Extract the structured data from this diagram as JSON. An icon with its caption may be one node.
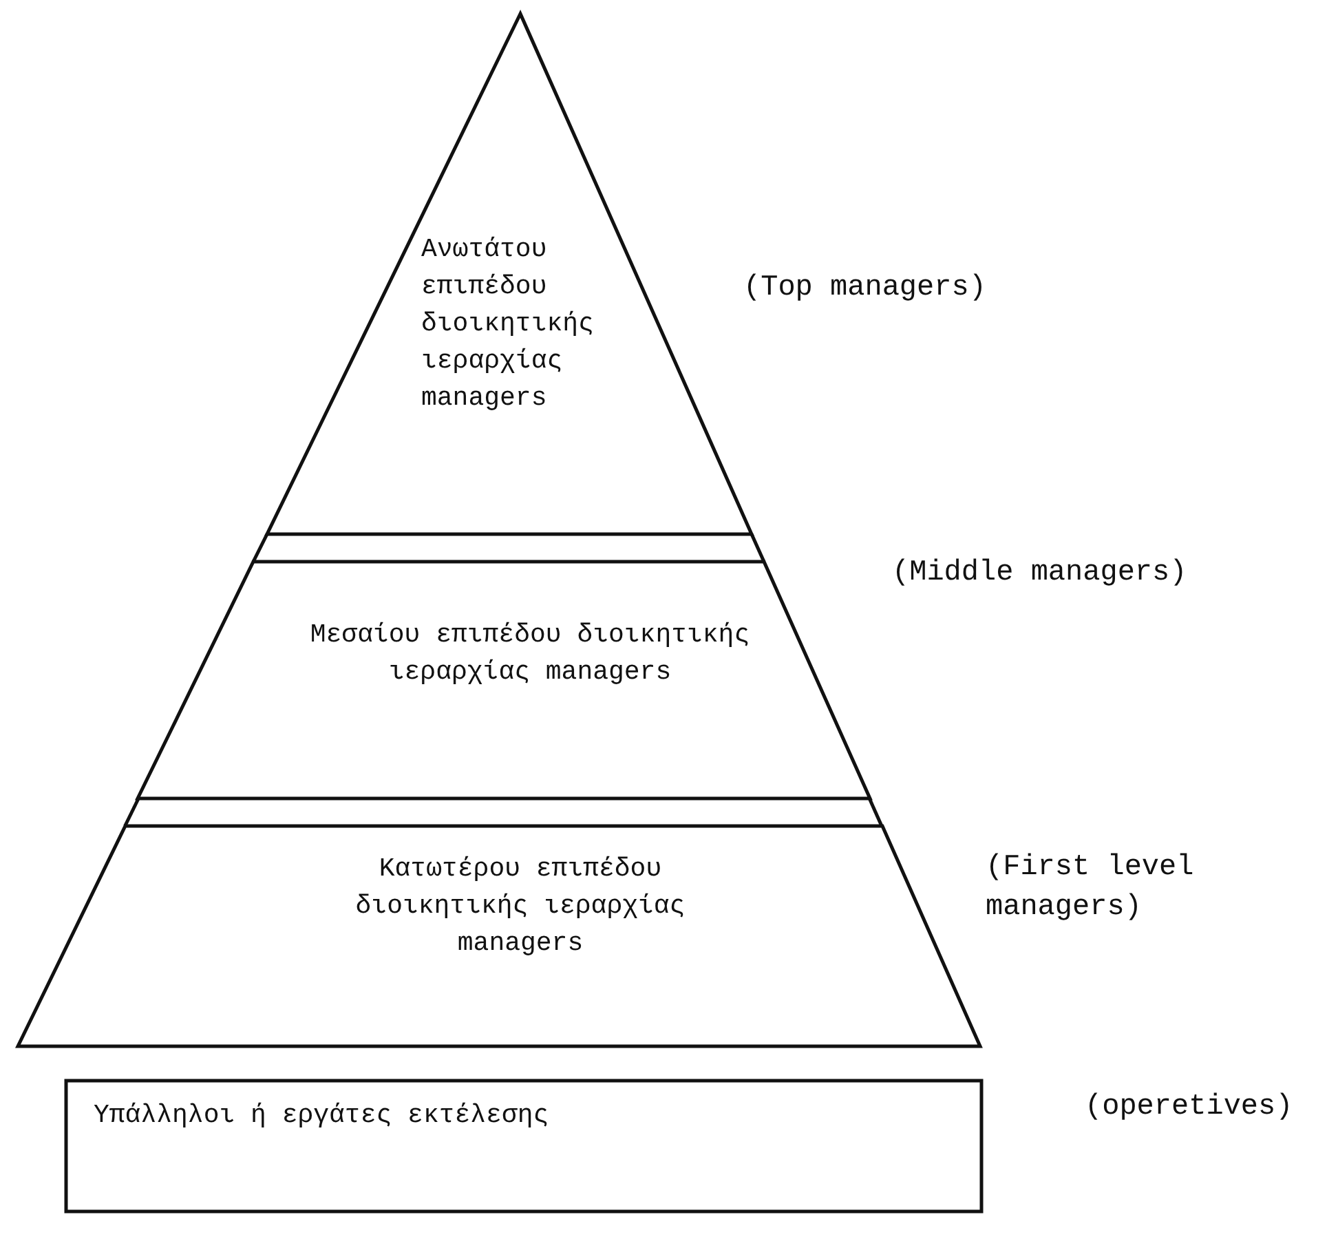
{
  "diagram": {
    "nodes": [
      {
        "text": [
          "Ανωτάτου επιπέδου διοικητικής ιεραρχίας managers"
        ],
        "beside": [
          "(Top managers)"
        ]
      },
      {
        "text": [
          "Μεσαίου επιπέδου διοικητικής ιεραρχίας managers"
        ],
        "beside": [
          "(Middle managers)"
        ]
      },
      {
        "text": [
          "Κατωτέρου επιπέδου διοικητικής ιεραρχίας managers"
        ],
        "beside": [
          "(First level managers)"
        ]
      },
      {
        "text": [
          "Υπάλληλοι ή εργάτες εκτέλεσης"
        ],
        "beside": [
          "(operetives)"
        ]
      }
    ],
    "edges": []
  }
}
